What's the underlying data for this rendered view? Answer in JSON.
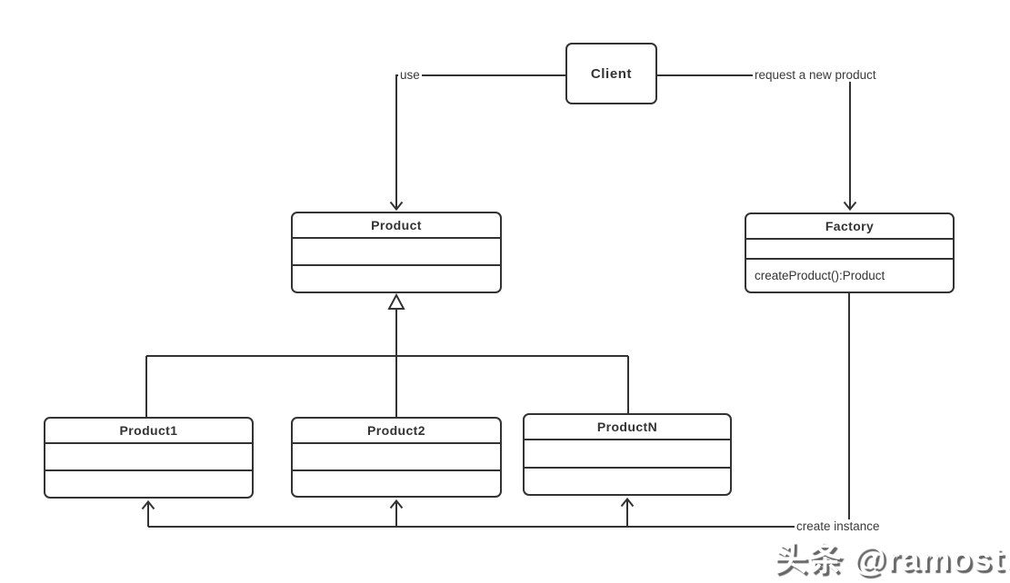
{
  "classes": [
    {
      "name": "Client"
    },
    {
      "name": "Product"
    },
    {
      "name": "Factory",
      "methods": [
        "createProduct():Product"
      ]
    },
    {
      "name": "Product1"
    },
    {
      "name": "Product2"
    },
    {
      "name": "ProductN"
    }
  ],
  "connector_labels": {
    "use": "use",
    "request": "request a new product",
    "create_instance": "create instance"
  },
  "relationships": [
    {
      "from": "Client",
      "to": "Product",
      "label": "use",
      "type": "directed-arrow"
    },
    {
      "from": "Client",
      "to": "Factory",
      "label": "request a new product",
      "type": "directed-arrow"
    },
    {
      "from": "Product1",
      "to": "Product",
      "type": "generalization"
    },
    {
      "from": "Product2",
      "to": "Product",
      "type": "generalization"
    },
    {
      "from": "ProductN",
      "to": "Product",
      "type": "generalization"
    },
    {
      "from": "Factory",
      "to": "Product1, Product2, ProductN",
      "label": "create instance",
      "type": "directed-arrow"
    }
  ],
  "watermark": {
    "text": "头条 @ramostear"
  },
  "colors": {
    "line": "#333333",
    "box_border": "#333333",
    "text": "#333333",
    "background": "#ffffff"
  }
}
